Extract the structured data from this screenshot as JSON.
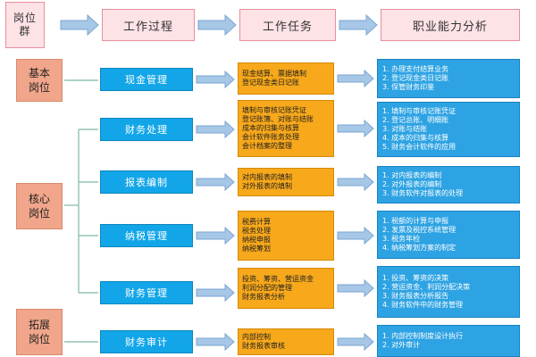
{
  "headers": {
    "position_group": "岗位群",
    "work_process": "工作过程",
    "work_task": "工作任务",
    "ability_analysis": "职业能力分析"
  },
  "categories": {
    "basic": "基本岗位",
    "core": "核心岗位",
    "extended": "拓展岗位"
  },
  "rows": [
    {
      "process": "现金管理",
      "tasks": [
        "现金结算、票据填制",
        "登记现金类日记账"
      ],
      "abilities": [
        "1. 办理支付结算业务",
        "2. 登记现金类日记账",
        "3. 保管财务印鉴"
      ]
    },
    {
      "process": "财务处理",
      "tasks": [
        "填制与审核记账凭证",
        "登记账簿、对账与结账",
        "成本的归集与核算",
        "会计软件账务处理",
        "会计档案的整理"
      ],
      "abilities": [
        "1. 填制与审核记账凭证",
        "2. 登记总账、明细账",
        "3. 对账与结账",
        "4. 成本的归集与核算",
        "5. 财务会计软件的应用"
      ]
    },
    {
      "process": "报表编制",
      "tasks": [
        "对内报表的填制",
        "对外报表的填制"
      ],
      "abilities": [
        "1. 对内报表的编制",
        "2. 对外报表的编制",
        "3. 财务软件对报表的处理"
      ]
    },
    {
      "process": "纳税管理",
      "tasks": [
        "税费计算",
        "税务处理",
        "纳税申报",
        "纳税筹划"
      ],
      "abilities": [
        "1. 税额的计算与申报",
        "2. 发票及税控系统管理",
        "3. 税务年检",
        "4. 纳税筹划方案的制定"
      ]
    },
    {
      "process": "财务管理",
      "tasks": [
        "投资、筹资、营运资金",
        "利润分配的管理",
        "财务报表分析"
      ],
      "abilities": [
        "1. 投资、筹资的决策",
        "2. 营运资金、利润分配决策",
        "3. 财务报表分析报告",
        "4. 财务软件中的财务管理"
      ]
    },
    {
      "process": "财务审计",
      "tasks": [
        "内部控制",
        "财务报表审核"
      ],
      "abilities": [
        "1. 内部控制制度设计执行",
        "2. 对外审计"
      ]
    }
  ]
}
